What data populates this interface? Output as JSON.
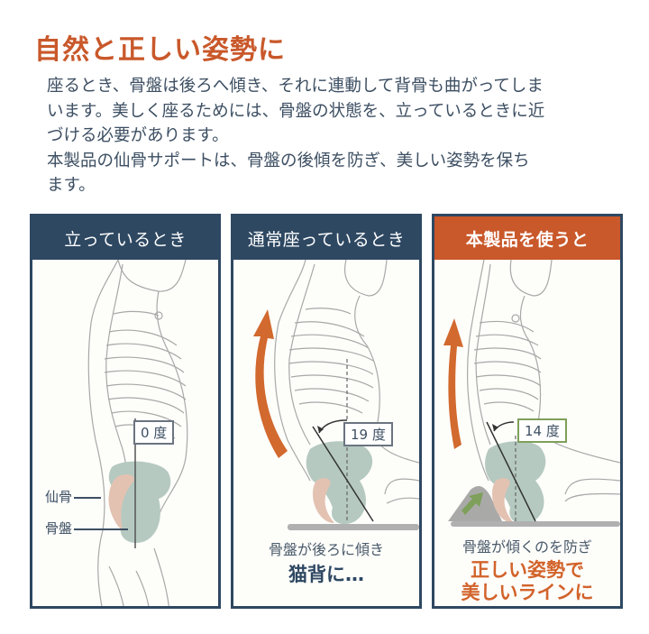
{
  "headline": "自然と正しい姿勢に",
  "intro": {
    "lines": [
      "座るとき、骨盤は後ろへ傾き、それに連動して背骨も曲がってしま",
      "います。美しく座るためには、骨盤の状態を、立っているときに近",
      "づける必要があります。",
      "本製品の仙骨サポートは、骨盤の後傾を防ぎ、美しい姿勢を保ち",
      "ます。"
    ]
  },
  "colors": {
    "accent": "#c9582a",
    "navy": "#2e4862",
    "pelvis": "#b5c9c0",
    "sacrum": "#e3c2b2",
    "support_arrow": "#7ea05a"
  },
  "panels": [
    {
      "title": "立っているとき",
      "angle_label": "0 度",
      "bone_labels": {
        "sacrum": "仙骨",
        "pelvis": "骨盤"
      }
    },
    {
      "title": "通常座っているとき",
      "angle_label": "19 度",
      "caption_sub": "骨盤が後ろに傾き",
      "caption_main": "猫背に…"
    },
    {
      "title": "本製品を使うと",
      "angle_label": "14 度",
      "caption_sub": "骨盤が傾くのを防ぎ",
      "caption_main_1": "正しい姿勢で",
      "caption_main_2": "美しいラインに"
    }
  ]
}
